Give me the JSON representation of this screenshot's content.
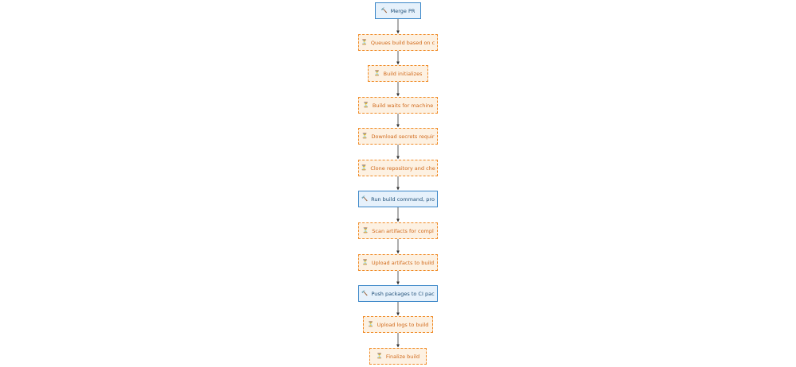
{
  "diagram": {
    "nodes": [
      {
        "id": "n1",
        "kind": "action",
        "icon": "hammer-icon",
        "icon_glyph": "🔨",
        "label": "Merge PR"
      },
      {
        "id": "n2",
        "kind": "wait",
        "icon": "hourglass-icon",
        "icon_glyph": "⏳",
        "label": "Queues build based on c"
      },
      {
        "id": "n3",
        "kind": "wait",
        "icon": "hourglass-icon",
        "icon_glyph": "⏳",
        "label": "Build initializes"
      },
      {
        "id": "n4",
        "kind": "wait",
        "icon": "hourglass-icon",
        "icon_glyph": "⏳",
        "label": "Build waits for machine"
      },
      {
        "id": "n5",
        "kind": "wait",
        "icon": "hourglass-icon",
        "icon_glyph": "⏳",
        "label": "Download secrets requir"
      },
      {
        "id": "n6",
        "kind": "wait",
        "icon": "hourglass-icon",
        "icon_glyph": "⏳",
        "label": "Clone repository and che"
      },
      {
        "id": "n7",
        "kind": "action",
        "icon": "hammer-icon",
        "icon_glyph": "🔨",
        "label": "Run build command, pro"
      },
      {
        "id": "n8",
        "kind": "wait",
        "icon": "hourglass-icon",
        "icon_glyph": "⏳",
        "label": "Scan artifacts for compl"
      },
      {
        "id": "n9",
        "kind": "wait",
        "icon": "hourglass-icon",
        "icon_glyph": "⏳",
        "label": "Upload artifacts to build"
      },
      {
        "id": "n10",
        "kind": "action",
        "icon": "hammer-icon",
        "icon_glyph": "🔨",
        "label": "Push packages to CI pac"
      },
      {
        "id": "n11",
        "kind": "wait",
        "icon": "hourglass-icon",
        "icon_glyph": "⏳",
        "label": "Upload logs to build"
      },
      {
        "id": "n12",
        "kind": "wait",
        "icon": "hourglass-icon",
        "icon_glyph": "⏳",
        "label": "Finalize build"
      }
    ],
    "edges": [
      [
        "n1",
        "n2"
      ],
      [
        "n2",
        "n3"
      ],
      [
        "n3",
        "n4"
      ],
      [
        "n4",
        "n5"
      ],
      [
        "n5",
        "n6"
      ],
      [
        "n6",
        "n7"
      ],
      [
        "n7",
        "n8"
      ],
      [
        "n8",
        "n9"
      ],
      [
        "n9",
        "n10"
      ],
      [
        "n10",
        "n11"
      ],
      [
        "n11",
        "n12"
      ]
    ],
    "colors": {
      "action_fill": "#e6f1fb",
      "action_border": "#3a86c8",
      "action_text": "#1f4f78",
      "wait_fill": "#fdf1e2",
      "wait_border": "#f08a24",
      "wait_text": "#d0691a",
      "edge": "#333333"
    }
  }
}
